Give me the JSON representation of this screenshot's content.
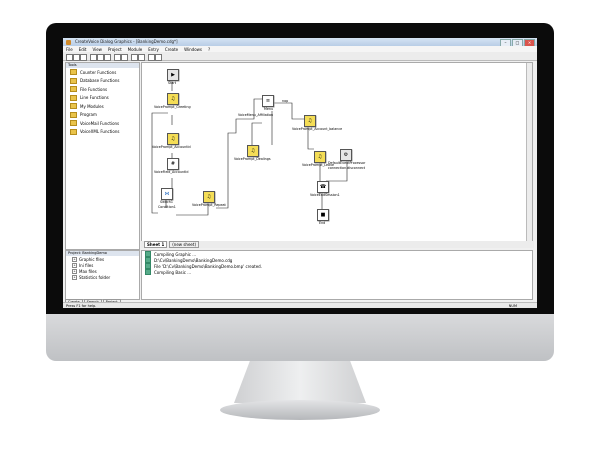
{
  "window": {
    "title": "CreateVoice Dialog Graphics - [BankingDemo.cdg*]",
    "buttons": [
      "–",
      "□",
      "×"
    ]
  },
  "menu": [
    "File",
    "Edit",
    "View",
    "Project",
    "Module",
    "Entry",
    "Create",
    "Windows",
    "?"
  ],
  "toolbar_icons": [
    "new-icon",
    "open-icon",
    "save-icon",
    "cut-icon",
    "copy-icon",
    "paste-icon",
    "undo-icon",
    "redo-icon",
    "zoom-in-icon",
    "zoom-out-icon",
    "run-icon",
    "stop-icon"
  ],
  "tools": {
    "header": "Tools",
    "items": [
      "Counter Functions",
      "Database Functions",
      "File Functions",
      "Line Functions",
      "My Modules",
      "Program",
      "VoiceMail Functions",
      "VoiceXML Functions"
    ]
  },
  "project": {
    "header": "Project: BankingDemo",
    "items": [
      "Graphic files",
      "Ini files",
      "Max files",
      "Statistics folder"
    ],
    "tabs": [
      "Create",
      "Search",
      "Project"
    ]
  },
  "sheet": {
    "active": "Sheet 1",
    "other": "(new sheet)"
  },
  "nodes": [
    {
      "label": "Start",
      "sym": "▶"
    },
    {
      "label": "VoicePrompt_Greeting",
      "sym": "♫"
    },
    {
      "label": "VoicePrompt_AccountId",
      "sym": "♫"
    },
    {
      "label": "VoiceField_AccountId",
      "sym": "#"
    },
    {
      "label": "Switch1",
      "sym": "⋈"
    },
    {
      "label": "VoicePrompt_Repeat",
      "sym": "♫"
    },
    {
      "label": "Menu",
      "sym": "≡"
    },
    {
      "label": "VoiceMenu_Affiliation",
      "sym": "?"
    },
    {
      "label": "VoicePrompt_Account_balance",
      "sym": "♫"
    },
    {
      "label": "VoicePrompt_Dealings",
      "sym": "♫"
    },
    {
      "label": "VoicePrompt_Leave",
      "sym": "♫"
    },
    {
      "label": "DefaultEventProcessor",
      "sym": "⚙"
    },
    {
      "label": "VoiceEndSession1",
      "sym": "☎"
    },
    {
      "label": "End",
      "sym": "■"
    }
  ],
  "sublabels": {
    "nop": "nop",
    "condition": "Condition1",
    "connection": "connection.disconnect"
  },
  "output": [
    "Compiling Graphic ...",
    "D:\\Cv\\BankingDemo\\BankingDemo.cdg",
    "File 'D:\\Cv\\BankingDemo\\BankingDemo.bmp' created.",
    "Compiling Basic ..."
  ],
  "status": {
    "left": "Press F1 for help.",
    "right": "NUM"
  }
}
